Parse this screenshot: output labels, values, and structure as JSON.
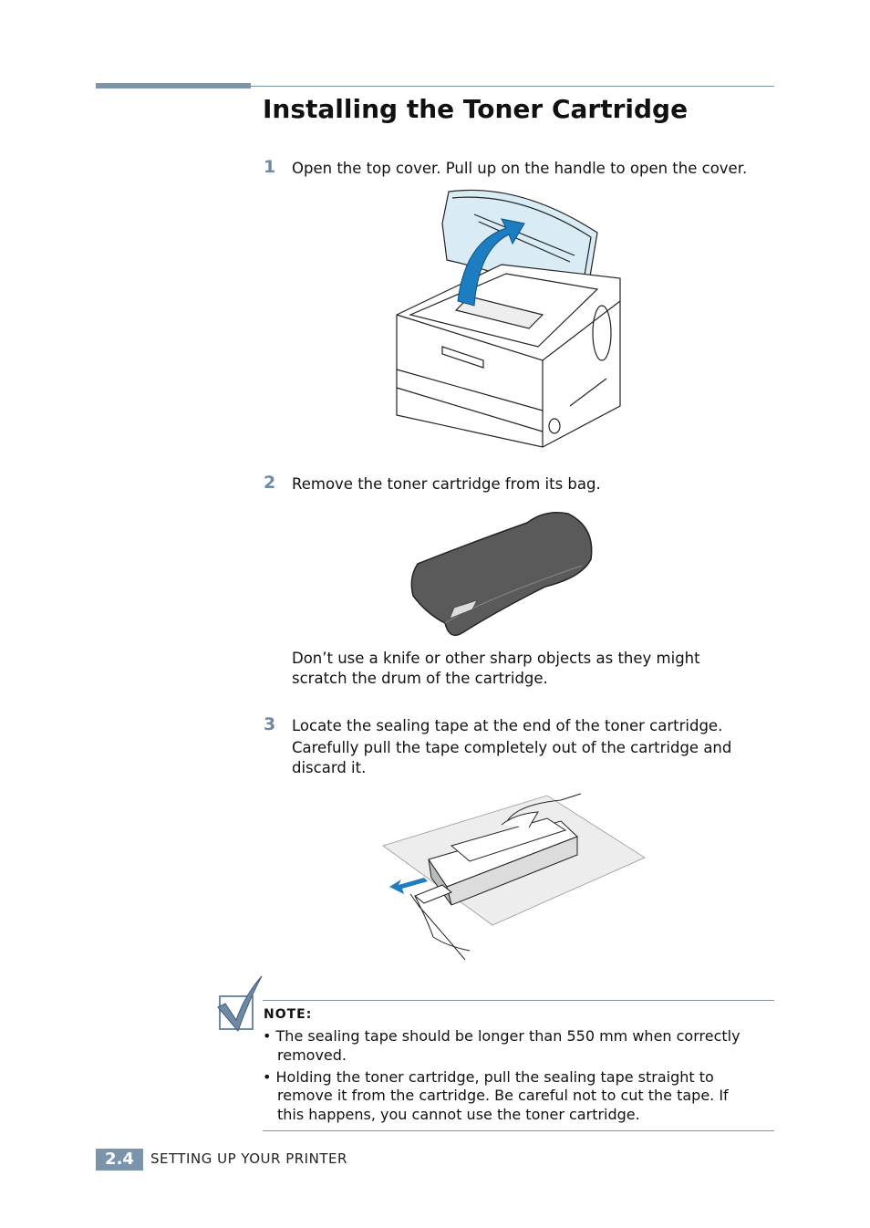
{
  "title": "Installing the Toner Cartridge",
  "steps": [
    {
      "num": "1",
      "text": "Open the top cover. Pull up on the handle to open the cover."
    },
    {
      "num": "2",
      "text": "Remove the toner cartridge from its bag."
    },
    {
      "num": "3",
      "text_line1": "Locate the sealing tape at the end of the toner cartridge.",
      "text_line2": "Carefully pull the tape completely out of the cartridge and",
      "text_line3": "discard it."
    }
  ],
  "caution_line1": "Don’t use a knife or other sharp objects as they might",
  "caution_line2": "scratch the drum of the cartridge.",
  "note": {
    "title": "NOTE:",
    "bullets": [
      {
        "line1": "• The sealing tape should be longer than 550 mm when correctly",
        "line2": "removed."
      },
      {
        "line1": "• Holding the toner cartridge, pull the sealing tape straight to",
        "line2": "remove it from the cartridge. Be careful not to cut the tape. If",
        "line3": "this happens, you cannot use the toner cartridge."
      }
    ]
  },
  "footer": {
    "page": "2.4",
    "section": "SETTING UP YOUR PRINTER"
  },
  "colors": {
    "accent": "#7b94ab",
    "arrow": "#1c7ec0"
  }
}
